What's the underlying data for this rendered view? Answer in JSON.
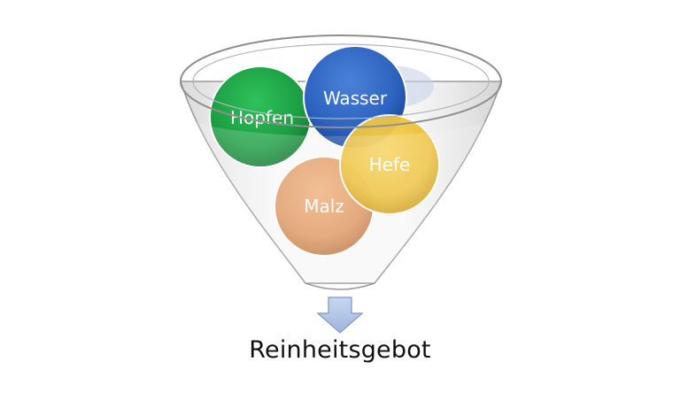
{
  "funnel": {
    "ingredients": [
      {
        "key": "hopfen",
        "label": "Hopfen",
        "color": "#22a84a"
      },
      {
        "key": "wasser",
        "label": "Wasser",
        "color": "#2f67c4"
      },
      {
        "key": "hefe",
        "label": "Hefe",
        "color": "#f2c230"
      },
      {
        "key": "malz",
        "label": "Malz",
        "color": "#e0955b"
      }
    ],
    "result": "Reinheitsgebot",
    "arrow_color": "#aec3e4"
  }
}
